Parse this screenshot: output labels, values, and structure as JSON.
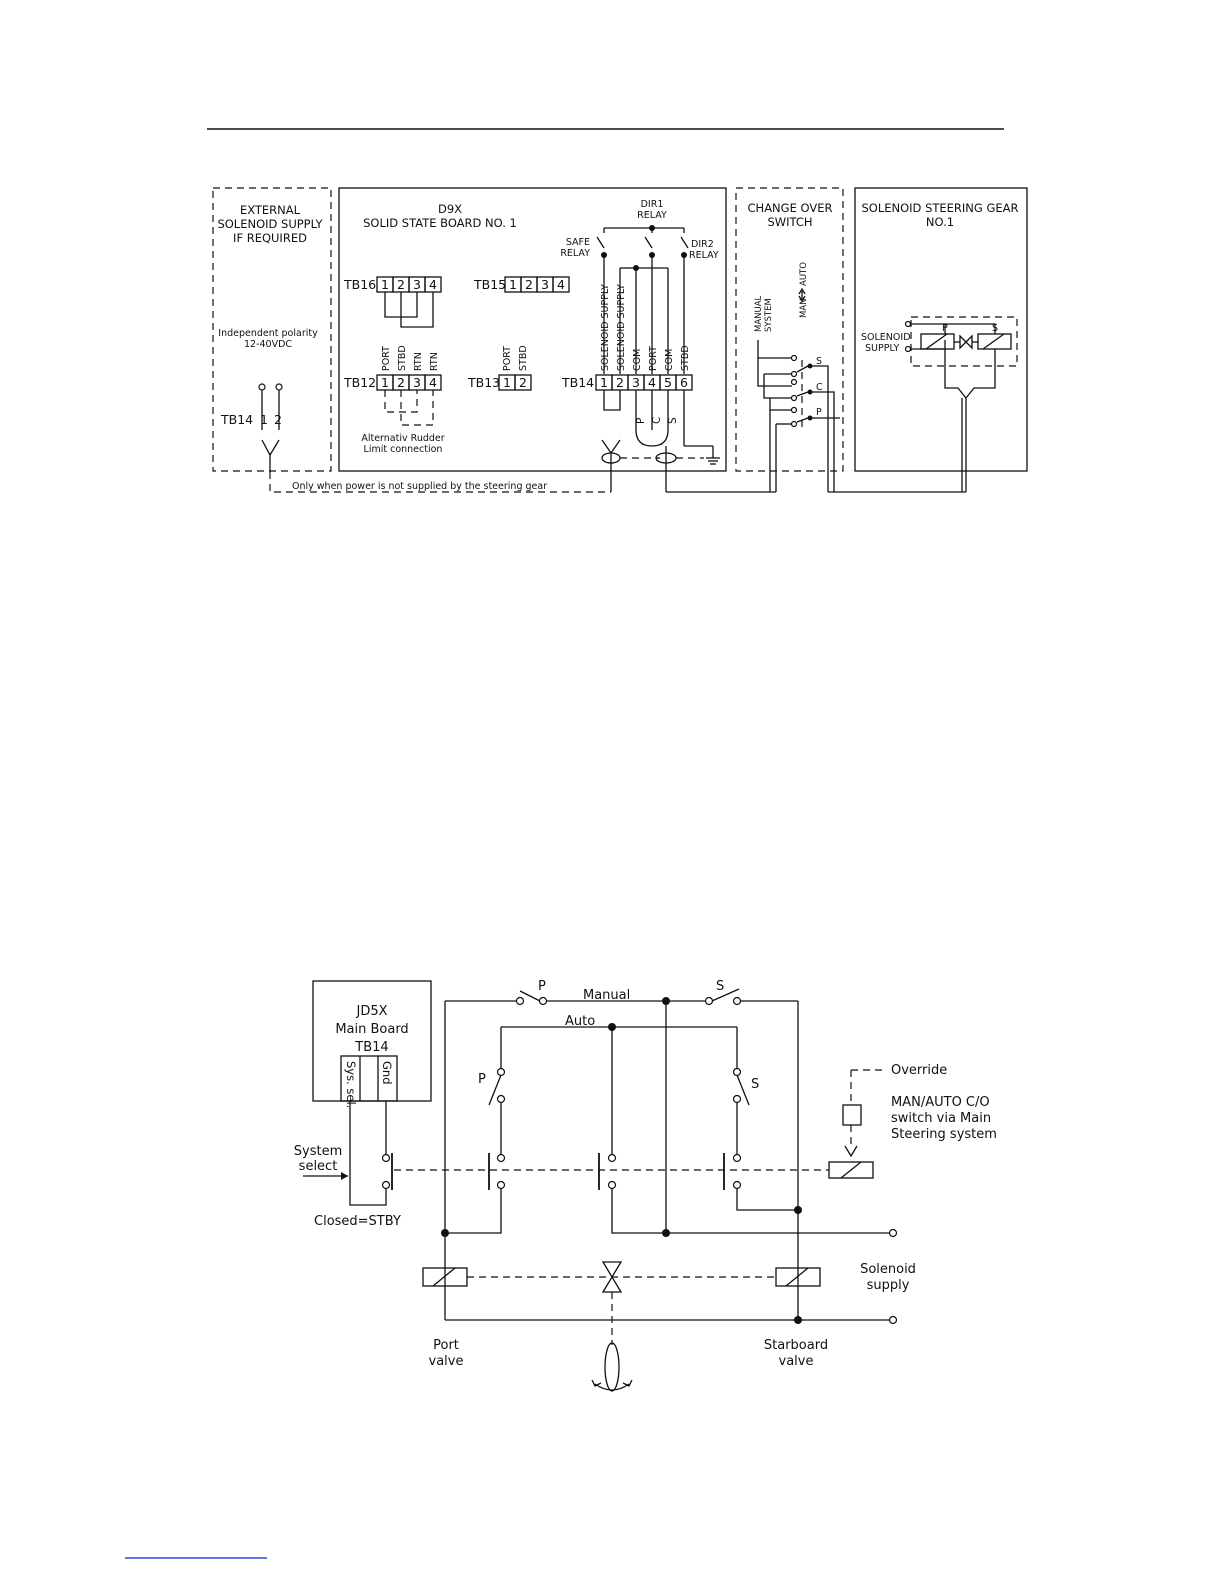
{
  "diagram1": {
    "external_box": {
      "title_lines": [
        "EXTERNAL",
        "SOLENOID SUPPLY",
        "IF REQUIRED"
      ],
      "polarity_lines": [
        "Independent polarity",
        "12-40VDC"
      ],
      "terminal_label": "TB14",
      "terminal_numbers": [
        "1",
        "2"
      ]
    },
    "d9x_box": {
      "title_lines": [
        "D9X",
        "SOLID STATE BOARD NO. 1"
      ],
      "dir1_relay_lines": [
        "DIR1",
        "RELAY"
      ],
      "safe_relay_lines": [
        "SAFE",
        "RELAY"
      ],
      "dir2_relay_lines": [
        "DIR2",
        "RELAY"
      ],
      "tb16": {
        "label": "TB16",
        "cells": [
          "1",
          "2",
          "3",
          "4"
        ]
      },
      "tb15": {
        "label": "TB15",
        "cells": [
          "1",
          "2",
          "3",
          "4"
        ]
      },
      "tb12": {
        "label": "TB12",
        "cells": [
          "1",
          "2",
          "3",
          "4"
        ],
        "signals": [
          "PORT",
          "STBD",
          "RTN",
          "RTN"
        ]
      },
      "tb13": {
        "label": "TB13",
        "cells": [
          "1",
          "2"
        ],
        "signals": [
          "PORT",
          "STBD"
        ]
      },
      "tb14": {
        "label": "TB14",
        "cells": [
          "1",
          "2",
          "3",
          "4",
          "5",
          "6"
        ],
        "signals": [
          "SOLENOID SUPPLY",
          "SOLENOID SUPPLY",
          "COM",
          "PORT",
          "COM",
          "STBD"
        ]
      },
      "rudder_note_lines": [
        "Alternativ Rudder",
        "Limit connection"
      ],
      "cable_letters": [
        "P",
        "C",
        "S"
      ]
    },
    "changeover_box": {
      "title_lines": [
        "CHANGE OVER",
        "SWITCH"
      ],
      "manual_system_lines": [
        "MANUAL",
        "SYSTEM"
      ],
      "man_label": "MAN",
      "auto_label": "AUTO",
      "contact_labels": [
        "S",
        "C",
        "P"
      ]
    },
    "steering_gear_box": {
      "title_lines": [
        "SOLENOID STEERING GEAR",
        "NO.1"
      ],
      "supply_lines": [
        "SOLENOID",
        "SUPPLY"
      ],
      "coil_labels": [
        "P",
        "S"
      ]
    },
    "bottom_note": "Only when power is not supplied by the steering gear"
  },
  "diagram2": {
    "main_board_lines": [
      "JD5X",
      "Main Board",
      "TB14"
    ],
    "pin_labels": [
      "Sys. sel.",
      "Gnd"
    ],
    "system_select_lines": [
      "System",
      "select"
    ],
    "closed_label": "Closed=STBY",
    "manual_label": "Manual",
    "auto_label": "Auto",
    "switch_p": "P",
    "switch_s": "S",
    "override_label": "Override",
    "man_auto_lines": [
      "MAN/AUTO C/O",
      "switch via Main",
      "Steering system"
    ],
    "solenoid_supply_lines": [
      "Solenoid",
      "supply"
    ],
    "port_valve_lines": [
      "Port",
      "valve"
    ],
    "starboard_valve_lines": [
      "Starboard",
      "valve"
    ]
  }
}
